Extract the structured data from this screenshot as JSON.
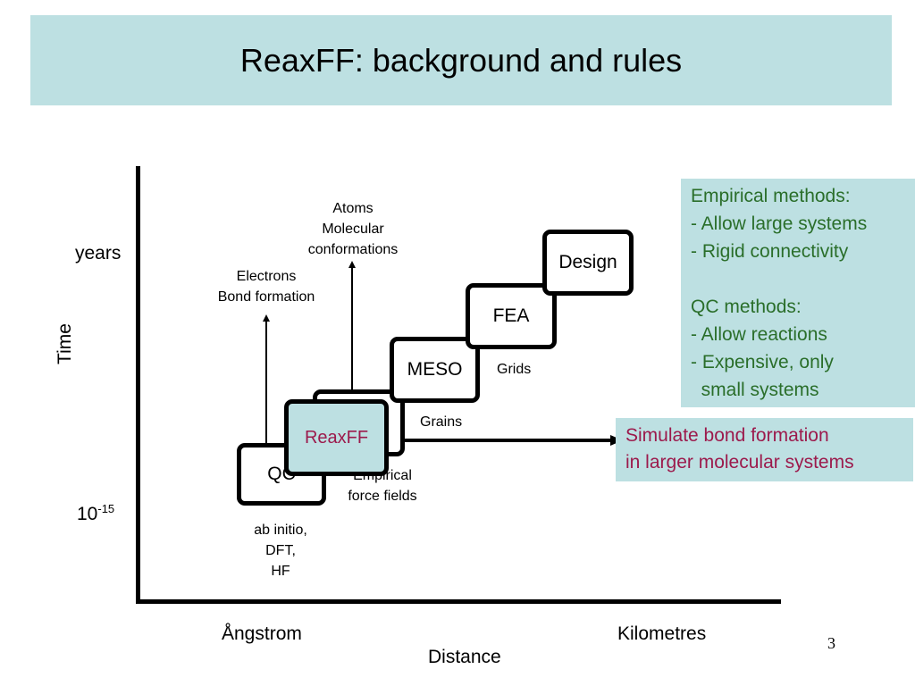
{
  "title": "ReaxFF: background and rules",
  "axes": {
    "y_label": "Time",
    "y_top": "years",
    "y_bottom_base": "10",
    "y_bottom_exp": "-15",
    "x_label": "Distance",
    "x_left": "Ångstrom",
    "x_right": "Kilometres"
  },
  "boxes": {
    "qc": "QC",
    "ef": "",
    "reaxff": "ReaxFF",
    "meso": "MESO",
    "fea": "FEA",
    "design": "Design"
  },
  "annotations": {
    "electrons": [
      "Electrons",
      "Bond formation"
    ],
    "atoms": [
      "Atoms",
      "Molecular",
      "conformations"
    ],
    "qc_methods": [
      "ab initio,",
      "DFT,",
      "HF"
    ],
    "empirical": [
      "Empirical",
      "force fields"
    ],
    "grains": "Grains",
    "grids": "Grids"
  },
  "info_top": {
    "lines": [
      "Empirical methods:",
      "- Allow large systems",
      "- Rigid connectivity",
      "",
      "QC methods:",
      "- Allow reactions",
      "- Expensive, only",
      "  small systems"
    ]
  },
  "info_bottom": {
    "lines": [
      "Simulate bond formation",
      "in larger molecular systems"
    ]
  },
  "page_number": "3",
  "colors": {
    "panel": "#bde0e2",
    "green_text": "#2a6e2a",
    "red_text": "#9c1a4c"
  }
}
